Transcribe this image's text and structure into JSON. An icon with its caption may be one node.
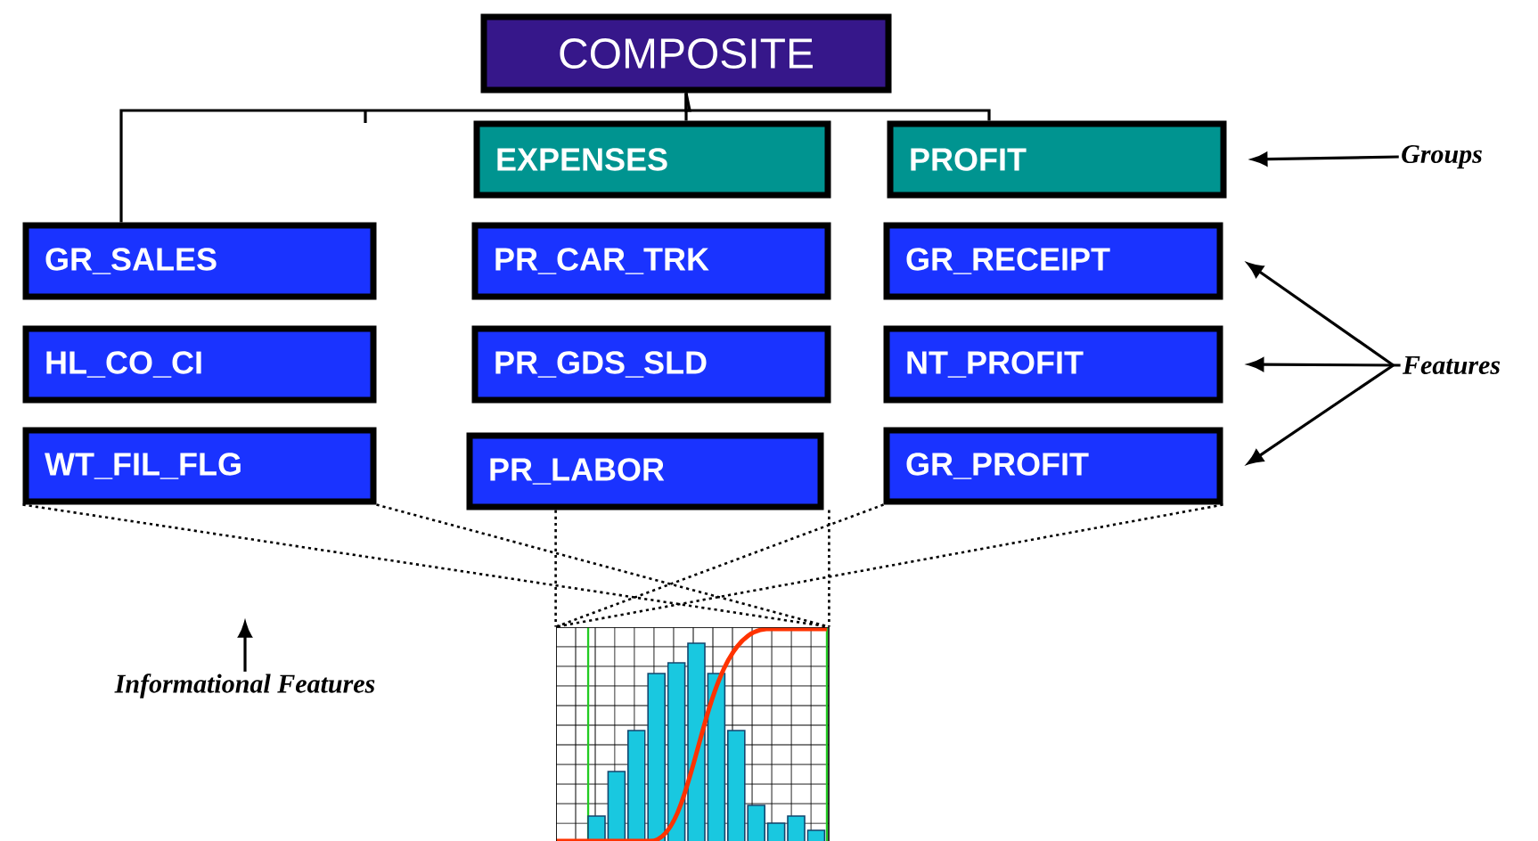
{
  "diagram": {
    "nodes": [
      {
        "text": [
          "COMPOSITE"
        ]
      },
      {
        "text": [
          "EXPENSES"
        ]
      },
      {
        "text": [
          "PROFIT"
        ]
      },
      {
        "text": [
          "Groups"
        ]
      },
      {
        "text": [
          "GR_SALES"
        ]
      },
      {
        "text": [
          "PR_CAR_TRK"
        ]
      },
      {
        "text": [
          "GR_RECEIPT"
        ]
      },
      {
        "text": [
          "HL_CO_CI"
        ]
      },
      {
        "text": [
          "PR_GDS_SLD"
        ]
      },
      {
        "text": [
          "NT_PROFIT"
        ]
      },
      {
        "text": [
          "WT_FIL_FLG"
        ]
      },
      {
        "text": [
          "PR_LABOR"
        ]
      },
      {
        "text": [
          "GR_PROFIT"
        ]
      },
      {
        "text": [
          "Features"
        ]
      },
      {
        "text": [
          "Informational Features"
        ]
      },
      {
        "text": [],
        "shape": "picture"
      }
    ],
    "edges": [
      {
        "from": 0,
        "to": 4,
        "arrow": "none"
      },
      {
        "from": 0,
        "to": 1,
        "arrow": "none"
      },
      {
        "from": 0,
        "to": 2,
        "arrow": "none"
      },
      {
        "from": 3,
        "to": 2,
        "arrow": "to"
      },
      {
        "from": 13,
        "to": 6,
        "arrow": "to"
      },
      {
        "from": 13,
        "to": 9,
        "arrow": "to"
      },
      {
        "from": 13,
        "to": 12,
        "arrow": "to"
      },
      {
        "from": 10,
        "to": 15,
        "arrow": "none",
        "style": "dashed"
      },
      {
        "from": 11,
        "to": 15,
        "arrow": "none",
        "style": "dashed"
      },
      {
        "from": 12,
        "to": 15,
        "arrow": "none",
        "style": "dashed"
      },
      {
        "from": 14,
        "to": null,
        "arrow": "to"
      }
    ]
  }
}
